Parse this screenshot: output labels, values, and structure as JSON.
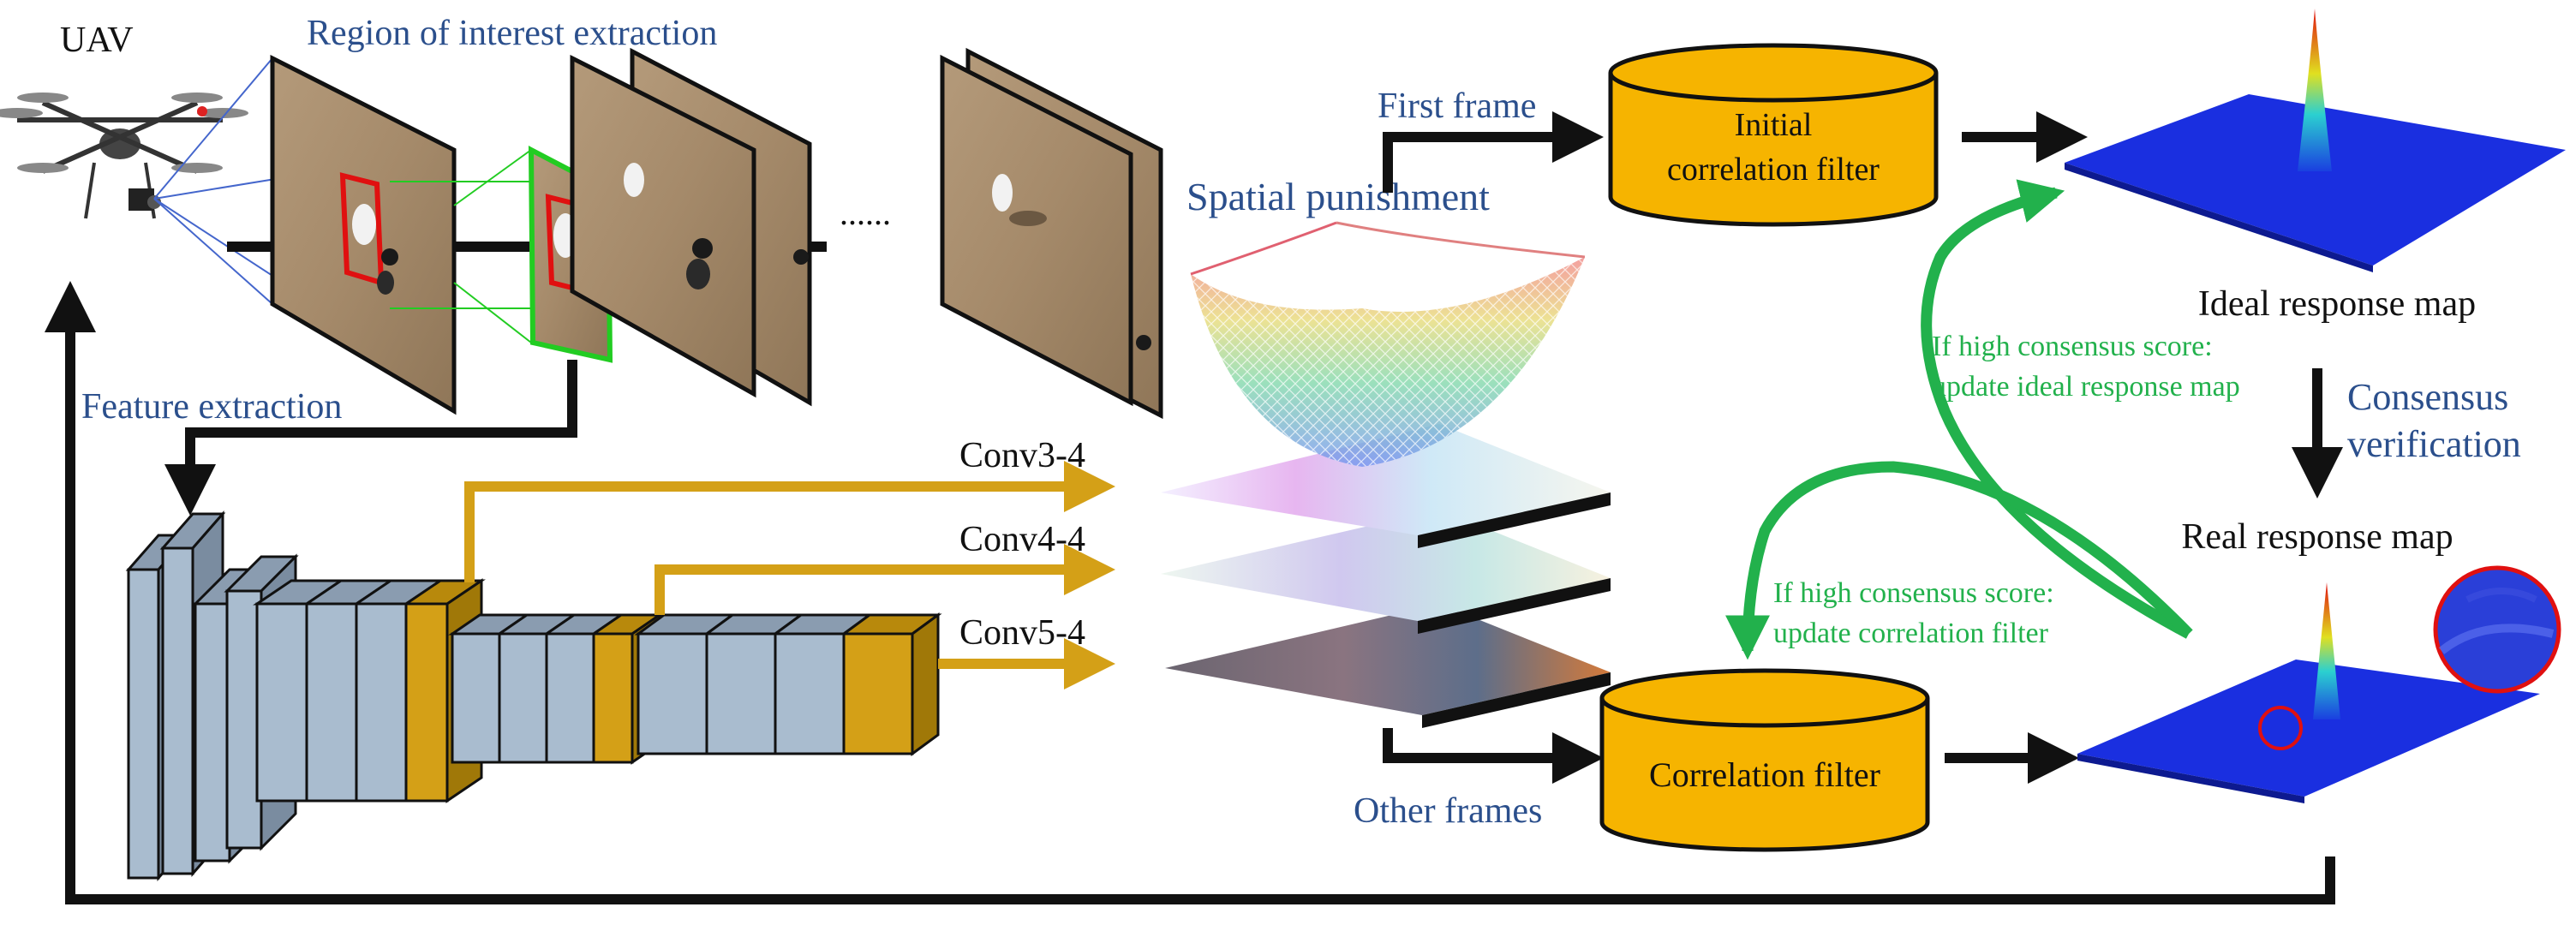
{
  "labels": {
    "uav": "UAV",
    "roi_extraction": "Region of interest extraction",
    "feature_extraction": "Feature extraction",
    "ellipsis": "......",
    "conv3": "Conv3-4",
    "conv4": "Conv4-4",
    "conv5": "Conv5-4",
    "spatial_punishment": "Spatial punishment",
    "first_frame": "First frame",
    "other_frames": "Other frames",
    "initial_filter_line1": "Initial",
    "initial_filter_line2": "correlation filter",
    "correlation_filter": "Correlation filter",
    "ideal_response_map": "Ideal response map",
    "real_response_map": "Real response map",
    "consensus_line1": "Consensus",
    "consensus_line2": "verification",
    "update_ideal_line1": "If high consensus score:",
    "update_ideal_line2": "update ideal response map",
    "update_filter_line1": "If high consensus score:",
    "update_filter_line2": "update correlation filter"
  },
  "colors": {
    "label_blue": "#2b4f8c",
    "update_green": "#22b14c",
    "conv_gold": "#d4a017",
    "conv_blue": "#a9bccf",
    "filter_orange": "#f6b400",
    "map_blue": "#1a2fe0",
    "roi_red": "#e01010",
    "roi_green": "#22cc22"
  }
}
